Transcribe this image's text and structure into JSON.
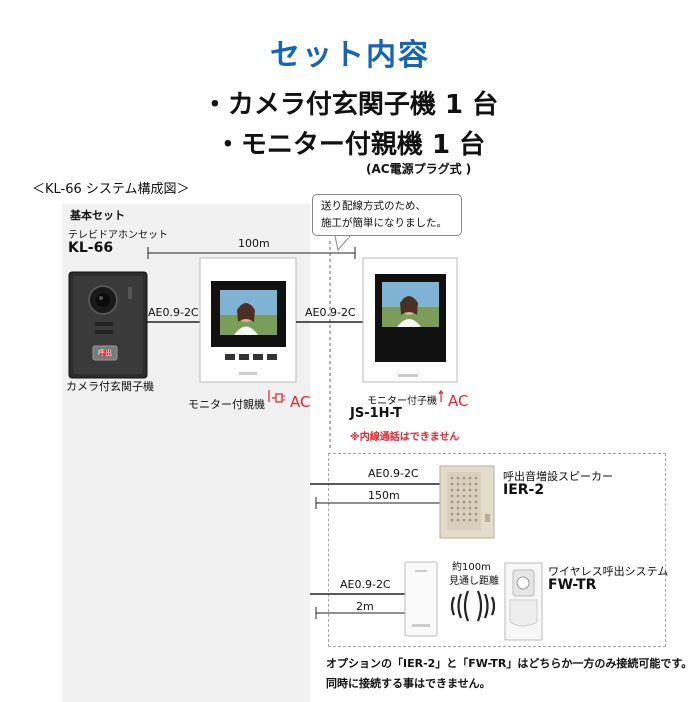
{
  "header": {
    "title": "セット内容",
    "item1": "・カメラ付玄関子機 1 台",
    "item2": "・モニター付親機 1 台",
    "ac_note": "(AC電源プラグ式 )"
  },
  "diagram": {
    "system_label": "＜KL-66 システム構成図＞",
    "basic_set_label": "基本セット",
    "intercom_set_label": "テレビドアホンセット",
    "intercom_model": "KL-66",
    "callout_line1": "送り配線方式のため、",
    "callout_line2": "施工が簡単になりました。",
    "distance_100m": "100m",
    "cable_a": "AE0.9-2C",
    "cable_b": "AE0.9-2C",
    "cable_c": "AE0.9-2C",
    "cable_d": "AE0.9-2C",
    "camera_label": "カメラ付玄関子機",
    "camera_button_text": "呼出",
    "main_monitor_label": "モニター付親機",
    "main_monitor_ac": "AC",
    "sub_monitor_label": "モニター付子機",
    "sub_monitor_model": "JS-1H-T",
    "sub_monitor_ac": "AC",
    "sub_monitor_warning": "※内線通話はできません",
    "speaker_label": "呼出音増設スピーカー",
    "speaker_model": "IER-2",
    "distance_150m": "150m",
    "wireless_label": "ワイヤレス呼出システム",
    "wireless_model": "FW-TR",
    "wireless_range_line1": "約100m",
    "wireless_range_line2": "見通し距離",
    "distance_2m": "2m",
    "option_note_line1": "オプションの「IER-2」と「FW-TR」はどちらか一方のみ接続可能です。",
    "option_note_line2": "同時に接続する事はできません。"
  },
  "colors": {
    "title_blue": "#1565b5",
    "accent_red": "#e8232d",
    "panel_gray": "#f1f1f1"
  }
}
